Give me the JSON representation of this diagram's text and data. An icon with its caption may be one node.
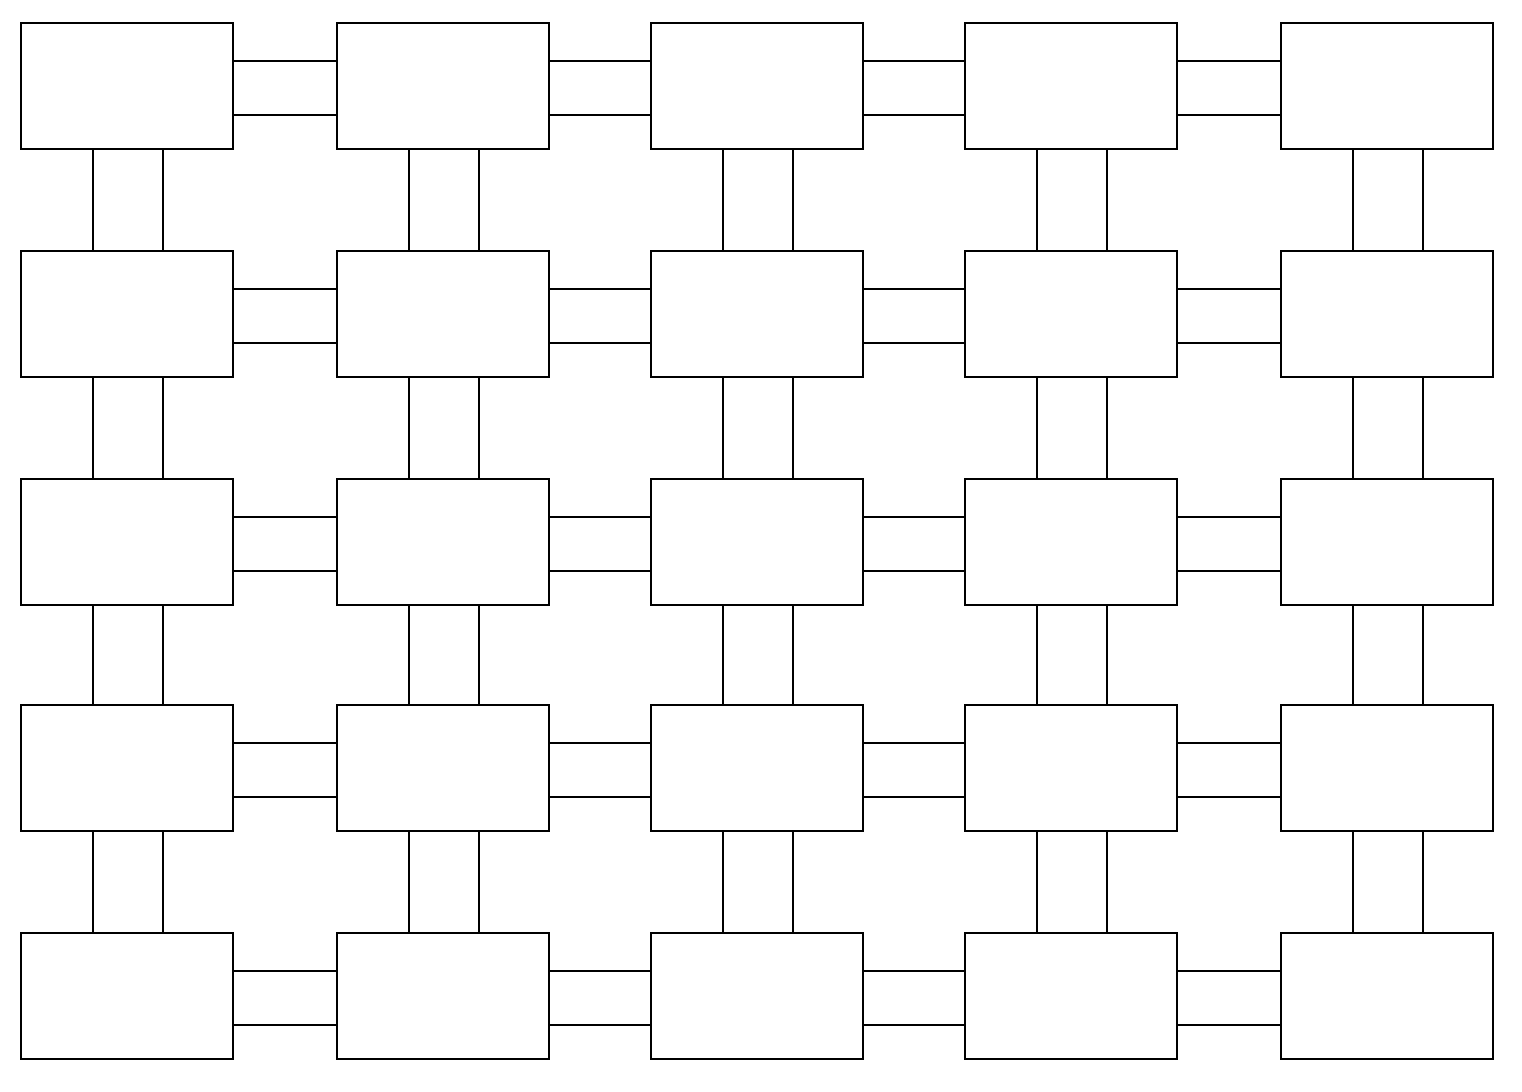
{
  "diagram": {
    "nodes": [
      {
        "text": [],
        "shape": "box"
      },
      {
        "text": [],
        "shape": "box"
      },
      {
        "text": [],
        "shape": "box"
      },
      {
        "text": [],
        "shape": "box"
      },
      {
        "text": [],
        "shape": "box"
      },
      {
        "text": [],
        "shape": "box"
      },
      {
        "text": [],
        "shape": "box"
      },
      {
        "text": [],
        "shape": "box"
      },
      {
        "text": [],
        "shape": "box"
      },
      {
        "text": [],
        "shape": "box"
      },
      {
        "text": [],
        "shape": "box"
      },
      {
        "text": [],
        "shape": "box"
      },
      {
        "text": [],
        "shape": "box"
      },
      {
        "text": [],
        "shape": "box"
      },
      {
        "text": [],
        "shape": "box"
      },
      {
        "text": [],
        "shape": "box"
      },
      {
        "text": [],
        "shape": "box"
      },
      {
        "text": [],
        "shape": "box"
      },
      {
        "text": [],
        "shape": "box"
      },
      {
        "text": [],
        "shape": "box"
      },
      {
        "text": [],
        "shape": "box"
      },
      {
        "text": [],
        "shape": "box"
      },
      {
        "text": [],
        "shape": "box"
      },
      {
        "text": [],
        "shape": "box"
      },
      {
        "text": [],
        "shape": "box"
      }
    ],
    "edges": [
      {
        "from": 0,
        "to": 1,
        "arrow": "none"
      },
      {
        "from": 0,
        "to": 1,
        "arrow": "none"
      },
      {
        "from": 1,
        "to": 2,
        "arrow": "none"
      },
      {
        "from": 1,
        "to": 2,
        "arrow": "none"
      },
      {
        "from": 2,
        "to": 3,
        "arrow": "none"
      },
      {
        "from": 2,
        "to": 3,
        "arrow": "none"
      },
      {
        "from": 3,
        "to": 4,
        "arrow": "none"
      },
      {
        "from": 3,
        "to": 4,
        "arrow": "none"
      },
      {
        "from": 0,
        "to": 5,
        "arrow": "none"
      },
      {
        "from": 0,
        "to": 5,
        "arrow": "none"
      },
      {
        "from": 1,
        "to": 6,
        "arrow": "none"
      },
      {
        "from": 1,
        "to": 6,
        "arrow": "none"
      },
      {
        "from": 2,
        "to": 7,
        "arrow": "none"
      },
      {
        "from": 2,
        "to": 7,
        "arrow": "none"
      },
      {
        "from": 3,
        "to": 8,
        "arrow": "none"
      },
      {
        "from": 3,
        "to": 8,
        "arrow": "none"
      },
      {
        "from": 4,
        "to": 9,
        "arrow": "none"
      },
      {
        "from": 4,
        "to": 9,
        "arrow": "none"
      },
      {
        "from": 5,
        "to": 6,
        "arrow": "none"
      },
      {
        "from": 5,
        "to": 6,
        "arrow": "none"
      },
      {
        "from": 6,
        "to": 7,
        "arrow": "none"
      },
      {
        "from": 6,
        "to": 7,
        "arrow": "none"
      },
      {
        "from": 7,
        "to": 8,
        "arrow": "none"
      },
      {
        "from": 7,
        "to": 8,
        "arrow": "none"
      },
      {
        "from": 8,
        "to": 9,
        "arrow": "none"
      },
      {
        "from": 8,
        "to": 9,
        "arrow": "none"
      },
      {
        "from": 5,
        "to": 10,
        "arrow": "none"
      },
      {
        "from": 5,
        "to": 10,
        "arrow": "none"
      },
      {
        "from": 6,
        "to": 11,
        "arrow": "none"
      },
      {
        "from": 6,
        "to": 11,
        "arrow": "none"
      },
      {
        "from": 7,
        "to": 12,
        "arrow": "none"
      },
      {
        "from": 7,
        "to": 12,
        "arrow": "none"
      },
      {
        "from": 8,
        "to": 13,
        "arrow": "none"
      },
      {
        "from": 8,
        "to": 13,
        "arrow": "none"
      },
      {
        "from": 9,
        "to": 14,
        "arrow": "none"
      },
      {
        "from": 9,
        "to": 14,
        "arrow": "none"
      },
      {
        "from": 10,
        "to": 11,
        "arrow": "none"
      },
      {
        "from": 10,
        "to": 11,
        "arrow": "none"
      },
      {
        "from": 11,
        "to": 12,
        "arrow": "none"
      },
      {
        "from": 11,
        "to": 12,
        "arrow": "none"
      },
      {
        "from": 12,
        "to": 13,
        "arrow": "none"
      },
      {
        "from": 12,
        "to": 13,
        "arrow": "none"
      },
      {
        "from": 13,
        "to": 14,
        "arrow": "none"
      },
      {
        "from": 13,
        "to": 14,
        "arrow": "none"
      },
      {
        "from": 10,
        "to": 15,
        "arrow": "none"
      },
      {
        "from": 10,
        "to": 15,
        "arrow": "none"
      },
      {
        "from": 11,
        "to": 16,
        "arrow": "none"
      },
      {
        "from": 11,
        "to": 16,
        "arrow": "none"
      },
      {
        "from": 12,
        "to": 17,
        "arrow": "none"
      },
      {
        "from": 12,
        "to": 17,
        "arrow": "none"
      },
      {
        "from": 13,
        "to": 18,
        "arrow": "none"
      },
      {
        "from": 13,
        "to": 18,
        "arrow": "none"
      },
      {
        "from": 14,
        "to": 19,
        "arrow": "none"
      },
      {
        "from": 14,
        "to": 19,
        "arrow": "none"
      },
      {
        "from": 15,
        "to": 16,
        "arrow": "none"
      },
      {
        "from": 15,
        "to": 16,
        "arrow": "none"
      },
      {
        "from": 16,
        "to": 17,
        "arrow": "none"
      },
      {
        "from": 16,
        "to": 17,
        "arrow": "none"
      },
      {
        "from": 17,
        "to": 18,
        "arrow": "none"
      },
      {
        "from": 17,
        "to": 18,
        "arrow": "none"
      },
      {
        "from": 18,
        "to": 19,
        "arrow": "none"
      },
      {
        "from": 18,
        "to": 19,
        "arrow": "none"
      },
      {
        "from": 15,
        "to": 20,
        "arrow": "none"
      },
      {
        "from": 15,
        "to": 20,
        "arrow": "none"
      },
      {
        "from": 16,
        "to": 21,
        "arrow": "none"
      },
      {
        "from": 16,
        "to": 21,
        "arrow": "none"
      },
      {
        "from": 17,
        "to": 22,
        "arrow": "none"
      },
      {
        "from": 17,
        "to": 22,
        "arrow": "none"
      },
      {
        "from": 18,
        "to": 23,
        "arrow": "none"
      },
      {
        "from": 18,
        "to": 23,
        "arrow": "none"
      },
      {
        "from": 19,
        "to": 24,
        "arrow": "none"
      },
      {
        "from": 19,
        "to": 24,
        "arrow": "none"
      },
      {
        "from": 20,
        "to": 21,
        "arrow": "none"
      },
      {
        "from": 20,
        "to": 21,
        "arrow": "none"
      },
      {
        "from": 21,
        "to": 22,
        "arrow": "none"
      },
      {
        "from": 21,
        "to": 22,
        "arrow": "none"
      },
      {
        "from": 22,
        "to": 23,
        "arrow": "none"
      },
      {
        "from": 22,
        "to": 23,
        "arrow": "none"
      },
      {
        "from": 23,
        "to": 24,
        "arrow": "none"
      },
      {
        "from": 23,
        "to": 24,
        "arrow": "none"
      }
    ]
  }
}
